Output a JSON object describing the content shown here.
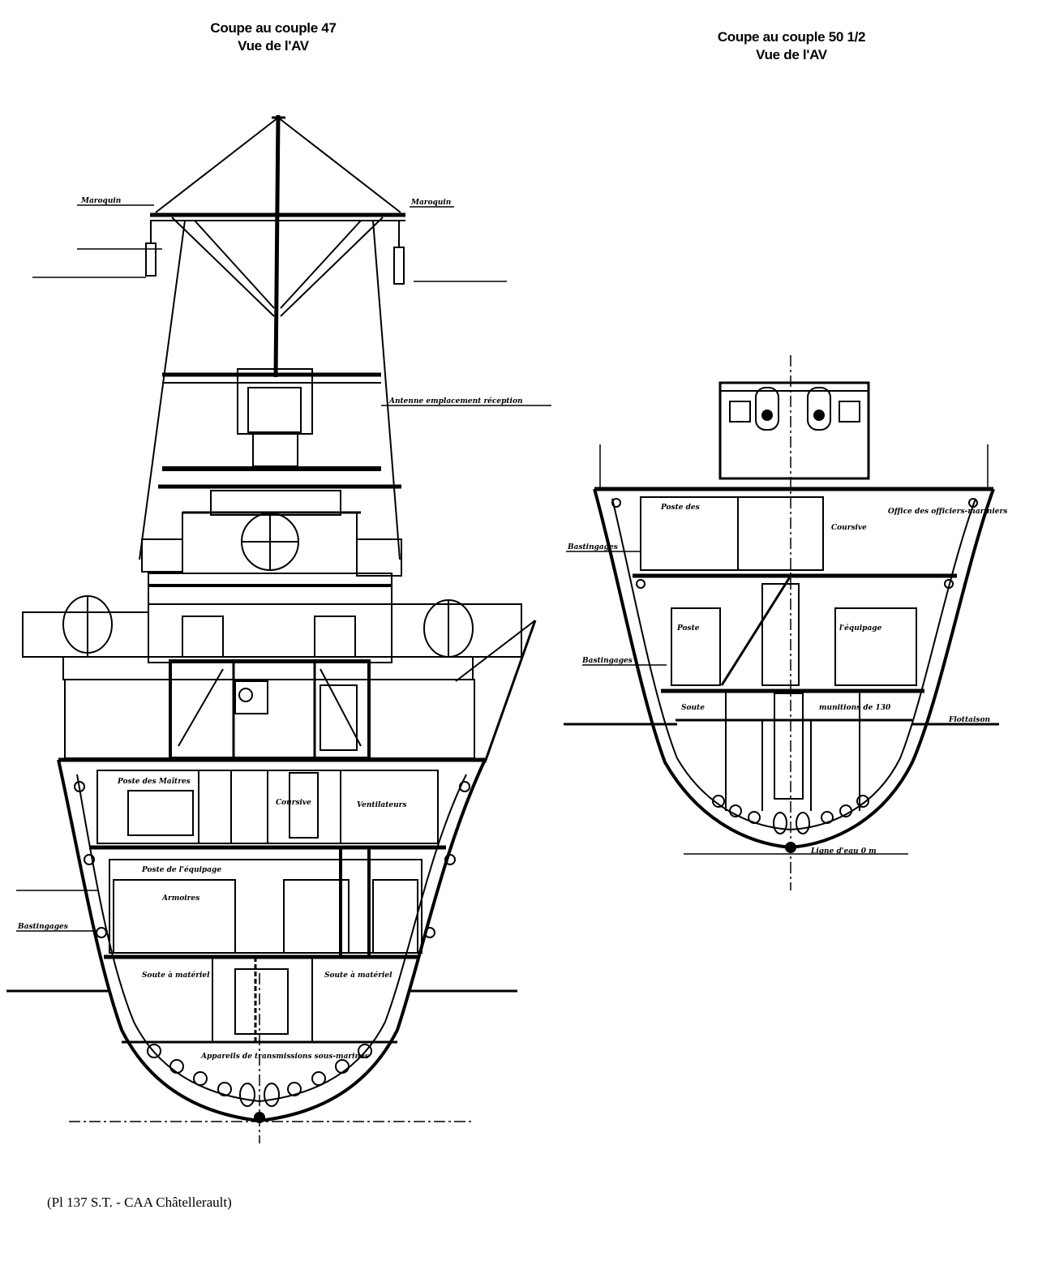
{
  "section_47": {
    "title_line1": "Coupe au couple 47",
    "title_line2": "Vue de l'AV",
    "labels": {
      "maroquin_left": "Maroquin",
      "maroquin_right": "Maroquin",
      "poste_des_maitres": "Poste des Maîtres",
      "coursive": "Coursive",
      "ventilateurs": "Ventilateurs",
      "poste_equipage": "Poste de l'équipage",
      "armoires": "Armoires",
      "soute_materiel_left": "Soute à matériel",
      "soute_materiel_right": "Soute à matériel",
      "appareils": "Appareils de transmissions sous-marines",
      "bastingages": "Bastingages",
      "antenne": "Antenne emplacement réception"
    }
  },
  "section_50": {
    "title_line1": "Coupe au couple 50 1/2",
    "title_line2": "Vue de l'AV",
    "labels": {
      "poste_des": "Poste des",
      "coursive": "Coursive",
      "office": "Office des officiers-mariniers",
      "bastingages_top": "Bastingages",
      "bastingages_mid": "Bastingages",
      "poste": "Poste",
      "equipage": "l'équipage",
      "soute": "Soute",
      "munitions": "munitions de 130",
      "flottaison": "Flottaison",
      "ligne": "Ligne d'eau 0 m"
    }
  },
  "caption": "(Pl 137 S.T. - CAA Châtellerault)"
}
